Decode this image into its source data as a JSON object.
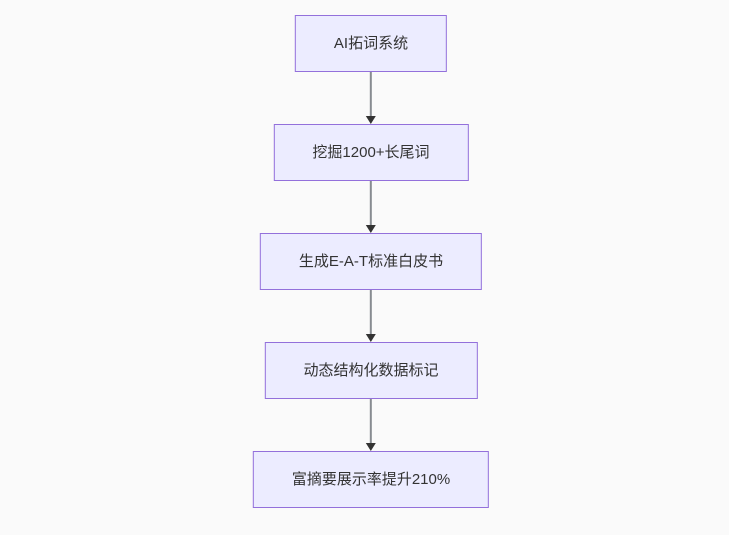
{
  "diagram": {
    "type": "flowchart",
    "direction": "top-down",
    "nodes": [
      {
        "id": "step-1",
        "label": "AI拓词系统"
      },
      {
        "id": "step-2",
        "label": "挖掘1200+长尾词"
      },
      {
        "id": "step-3",
        "label": "生成E-A-T标准白皮书"
      },
      {
        "id": "step-4",
        "label": "动态结构化数据标记"
      },
      {
        "id": "step-5",
        "label": "富摘要展示率提升210%"
      }
    ],
    "edges": [
      {
        "from": "step-1",
        "to": "step-2"
      },
      {
        "from": "step-2",
        "to": "step-3"
      },
      {
        "from": "step-3",
        "to": "step-4"
      },
      {
        "from": "step-4",
        "to": "step-5"
      }
    ],
    "colors": {
      "node_fill": "#ECECFF",
      "node_border": "#9370DB",
      "arrow_line": "#878b91",
      "arrow_head": "#333333",
      "text": "#333333",
      "background": "#fafafa"
    }
  }
}
